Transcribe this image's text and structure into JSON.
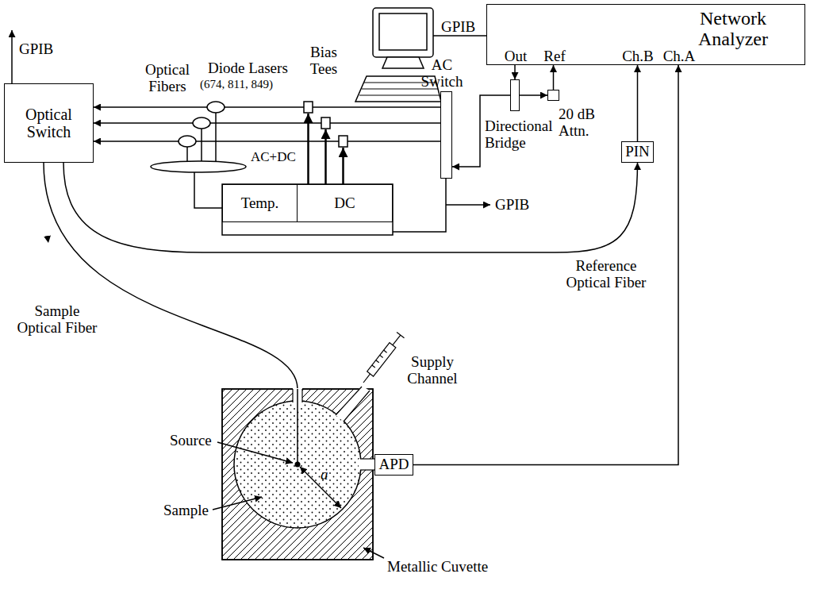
{
  "diagram": {
    "nodes": [
      {
        "text": [
          "Network Analyzer",
          "Out",
          "Ref",
          "Ch.B",
          "Ch.A"
        ]
      },
      {
        "text": [
          "Optical Switch"
        ]
      },
      {
        "text": [
          "AC Switch"
        ]
      },
      {
        "text": [
          "Directional Bridge"
        ]
      },
      {
        "text": [
          "20 dB Attn."
        ]
      },
      {
        "text": [
          "PIN"
        ]
      },
      {
        "text": [
          "Temp."
        ]
      },
      {
        "text": [
          "DC"
        ]
      },
      {
        "text": [
          "APD"
        ]
      }
    ],
    "edges": [
      {
        "from": 0,
        "to": 3,
        "arrow": "to"
      },
      {
        "from": 3,
        "to": 4,
        "arrow": "to"
      },
      {
        "from": 4,
        "to": 0,
        "arrow": "to"
      },
      {
        "from": 3,
        "to": 2,
        "arrow": "to"
      },
      {
        "from": 2,
        "to": 1,
        "arrow": "to"
      },
      {
        "from": 2,
        "to": 1,
        "arrow": "to"
      },
      {
        "from": 2,
        "to": 1,
        "arrow": "to"
      },
      {
        "from": 1,
        "to": 5,
        "arrow": "to"
      },
      {
        "from": 5,
        "to": 0,
        "arrow": "to"
      },
      {
        "from": 8,
        "to": 0,
        "arrow": "to"
      }
    ],
    "labels": [
      "GPIB",
      "GPIB",
      "Optical Fibers",
      "Diode Lasers",
      "(674, 811, 849)",
      "Bias Tees",
      "AC+DC",
      "GPIB",
      "Reference Optical Fiber",
      "Sample Optical Fiber",
      "Supply Channel",
      "Source",
      "a",
      "Sample",
      "Metallic Cuvette"
    ]
  }
}
